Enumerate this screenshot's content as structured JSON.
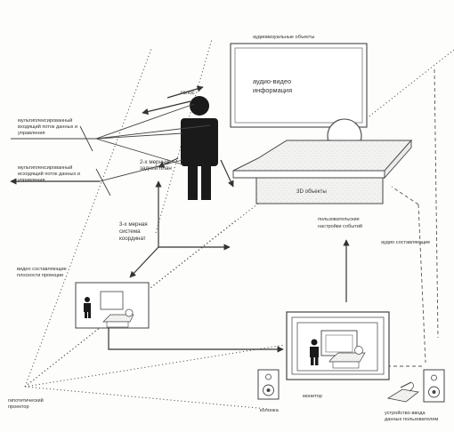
{
  "labels": {
    "av_objects": "аудиовизуальные объекты",
    "av_info_1": "аудио-видео",
    "av_info_2": "информация",
    "voice": "голос",
    "stream_in_1": "мультиплексированный",
    "stream_in_2": "входящий поток данных и",
    "stream_in_3": "управления",
    "stream_out_1": "мультиплексированный",
    "stream_out_2": "исходящий поток данных и",
    "stream_out_3": "управления",
    "bg2d_1": "2-х мерный",
    "bg2d_2": "задний план",
    "obj3d": "3D объекты",
    "coord_1": "3-х мерная",
    "coord_2": "система",
    "coord_3": "координат",
    "video_1": "видео составляющие",
    "video_2": "плоскости проекции",
    "user_events_1": "пользовательские",
    "user_events_2": "настройки событий",
    "audio_comp": "аудио составляющие",
    "projector_1": "гипотетический",
    "projector_2": "проектор",
    "speaker": "колонка",
    "monitor": "монитор",
    "input_1": "устройство ввода",
    "input_2": "данных пользователем"
  }
}
